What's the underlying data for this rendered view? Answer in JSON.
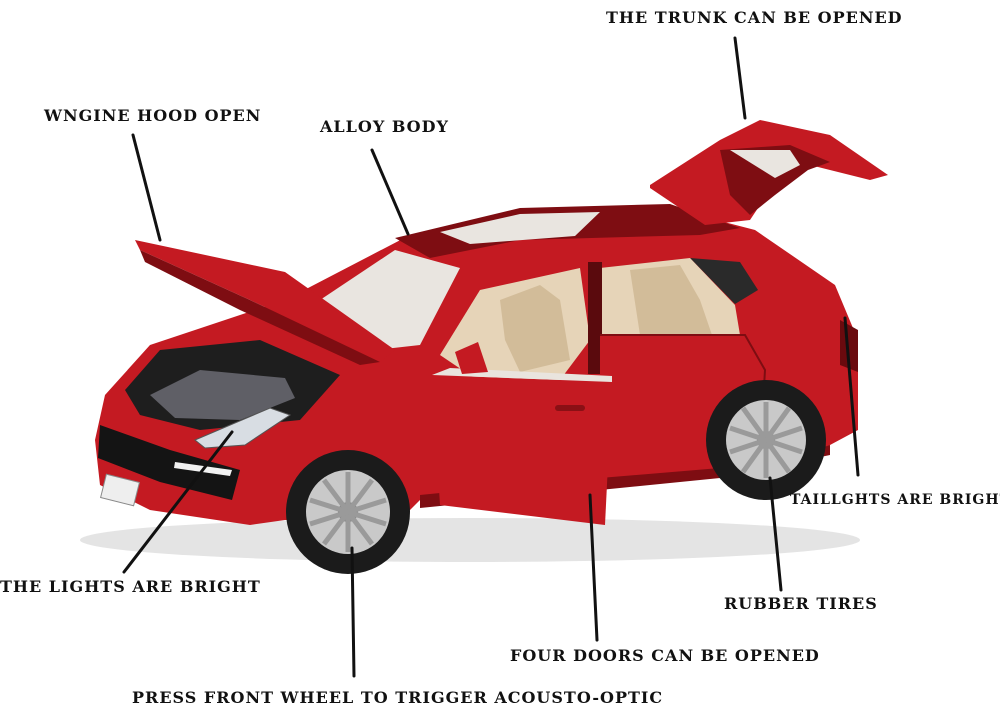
{
  "labels": {
    "trunk": "THE TRUNK CAN BE OPENED",
    "hood": "WNGINE HOOD OPEN",
    "alloy": "ALLOY BODY",
    "taillights": "TAILLGHTS ARE BRIGHT",
    "lights": "THE LIGHTS ARE BRIGHT",
    "tires": "RUBBER TIRES",
    "doors": "FOUR DOORS CAN BE OPENED",
    "wheel": "PRESS FRONT WHEEL TO TRIGGER ACOUSTO-OPTIC"
  },
  "colors": {
    "body": "#c41a22",
    "body_dark": "#7e0d12",
    "body_light": "#e0454a",
    "interior": "#e6d4b8",
    "tire": "#1b1b1b",
    "rim": "#c9c9c9",
    "glass": "#e9e5e0",
    "leader": "#111111"
  }
}
